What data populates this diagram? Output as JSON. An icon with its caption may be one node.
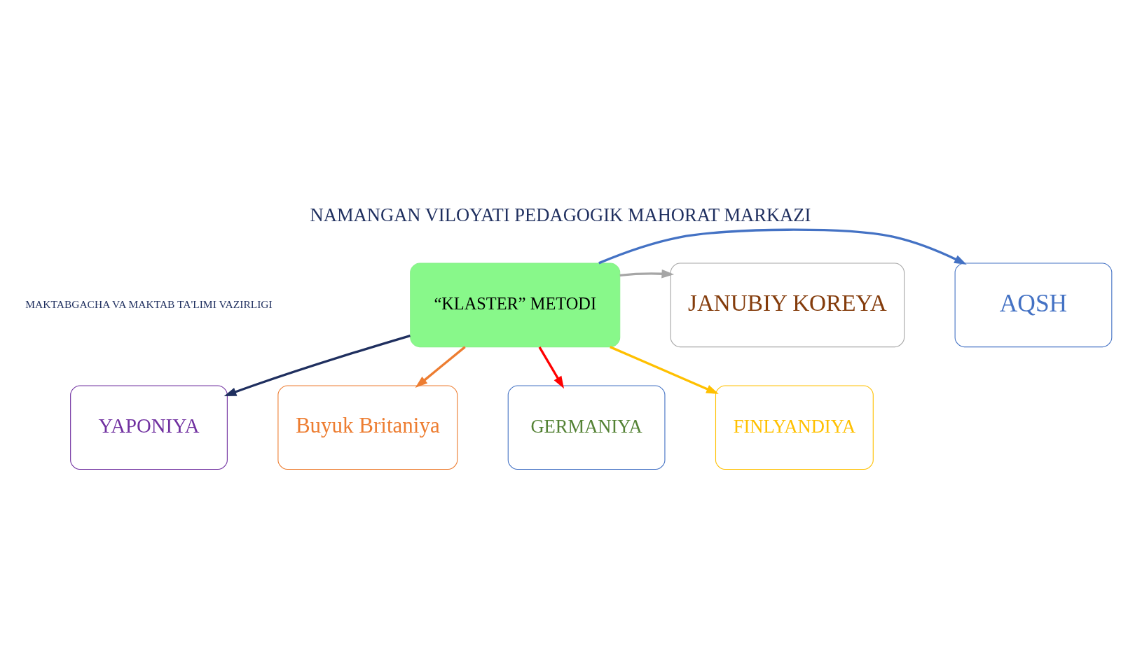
{
  "diagram": {
    "title": "NAMANGAN VILOYATI PEDAGOGIK MAHORAT MARKAZI",
    "nodes": [
      {
        "text": [
          "“KLASTER” METODI"
        ]
      },
      {
        "text": [
          "YAPONIYA"
        ]
      },
      {
        "text": [
          "AQSH"
        ]
      },
      {
        "text": [
          "JANUBIY KOREYA"
        ]
      },
      {
        "text": [
          "Buyuk Britaniya"
        ]
      },
      {
        "text": [
          "FINLYANDIYA"
        ]
      },
      {
        "text": [
          "GERMANIYA"
        ]
      }
    ],
    "edges": [
      {
        "from": 0,
        "to": 1,
        "arrow": "to",
        "color": "#1f2f5f"
      },
      {
        "from": 0,
        "to": 2,
        "arrow": "to",
        "color": "#4472c4"
      },
      {
        "from": 0,
        "to": 3,
        "arrow": "to",
        "color": "#a6a6a6"
      },
      {
        "from": 0,
        "to": 4,
        "arrow": "to",
        "color": "#ed7d31"
      },
      {
        "from": 0,
        "to": 5,
        "arrow": "to",
        "color": "#ffc000"
      },
      {
        "from": 0,
        "to": 6,
        "arrow": "to",
        "color": "#ff0000"
      }
    ],
    "labels": [
      "MAKTABGACHA VA MAKTAB TA'LIMI VAZIRLIGI"
    ]
  }
}
